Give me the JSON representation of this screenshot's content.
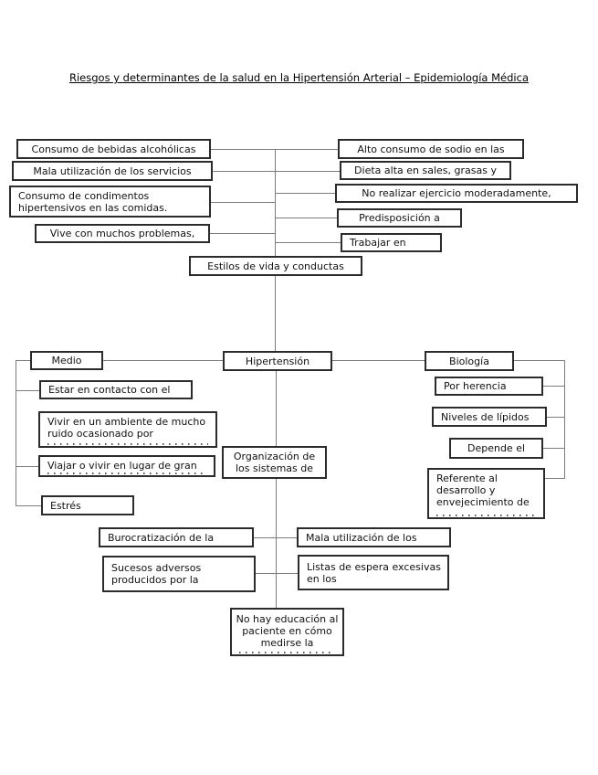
{
  "title": {
    "text": "Riesgos y determinantes de la salud en la Hipertensión Arterial – Epidemiología Médica"
  },
  "colors": {
    "background": "#ffffff",
    "box_border": "#2b2b2b",
    "connector_line": "#7d7d7d",
    "text": "#111111"
  },
  "diagram": {
    "center_node": "Hipertensión",
    "nodes": {
      "consumo_bebidas": "Consumo de bebidas alcohólicas",
      "mala_servicios": "Mala utilización de los servicios",
      "condimentos": "Consumo de condimentos hipertensivos en las comidas.",
      "vive_problemas": "Vive con muchos problemas,",
      "sodio": "Alto consumo de sodio en las",
      "dieta": "Dieta alta en sales, grasas y",
      "ejercicio": "No realizar ejercicio moderadamente,",
      "predisposicion": "Predisposición a",
      "trabajar": "Trabajar en",
      "estilos": "Estilos de vida y conductas",
      "medio": "Medio",
      "hipertension": "Hipertensión",
      "biologia": "Biología",
      "contacto": "Estar en contacto con el",
      "ruido": "Vivir en un ambiente de mucho ruido ocasionado por",
      "viajar": "Viajar o vivir en lugar de gran",
      "estres": "Estrés",
      "organizacion": "Organización de los sistemas de",
      "herencia": "Por herencia",
      "lipidos": "Niveles de lípidos",
      "depende": "Depende el",
      "referente": "Referente al desarrollo y envejecimiento de",
      "burocratizacion": "Burocratización de la",
      "mala_utilizacion": "Mala utilización de los",
      "sucesos": "Sucesos adversos producidos por la",
      "listas": "Listas de espera excesivas en los",
      "educacion": "No hay educación al paciente en cómo medirse la"
    }
  }
}
